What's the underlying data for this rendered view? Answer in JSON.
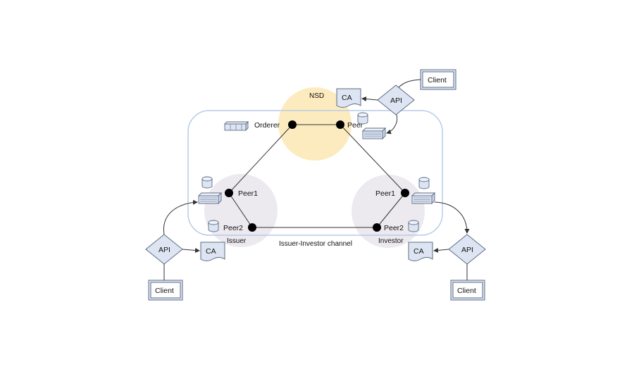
{
  "org_labels": {
    "nsd": "NSD",
    "issuer": "Issuer",
    "investor": "Investor"
  },
  "channel_label": "Issuer-Investor channel",
  "nodes": {
    "orderer": "Orderer",
    "nsd_peer": "Peer",
    "issuer_peer1": "Peer1",
    "issuer_peer2": "Peer2",
    "investor_peer1": "Peer1",
    "investor_peer2": "Peer2"
  },
  "api_label": "API",
  "ca_label": "CA",
  "client_label": "Client",
  "colors": {
    "nsd_circle": "#fbe7b3",
    "org_circle": "#ece9ef",
    "channel_border": "#b9cce8",
    "component_fill": "#dde5f2",
    "component_stroke": "#5b6b86",
    "node_fill": "#000000"
  }
}
